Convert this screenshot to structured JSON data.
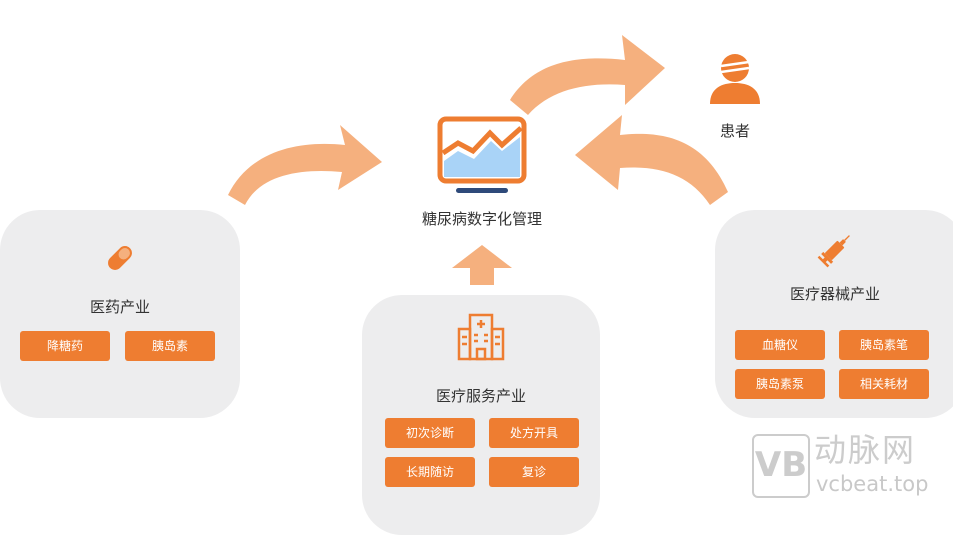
{
  "center": {
    "label": "糖尿病数字化管理"
  },
  "patient": {
    "label": "患者"
  },
  "pharma": {
    "title": "医药产业",
    "buttons": [
      "降糖药",
      "胰岛素"
    ]
  },
  "services": {
    "title": "医疗服务产业",
    "buttons": [
      "初次诊断",
      "处方开具",
      "长期随访",
      "复诊"
    ]
  },
  "devices": {
    "title": "医疗器械产业",
    "buttons": [
      "血糖仪",
      "胰岛素笔",
      "胰岛素泵",
      "相关耗材"
    ]
  },
  "watermark": {
    "brand": "动脉网",
    "site": "vcbeat.top"
  },
  "colors": {
    "accent": "#ee7d31",
    "arrow": "#f5b07e",
    "box": "#ededee"
  }
}
